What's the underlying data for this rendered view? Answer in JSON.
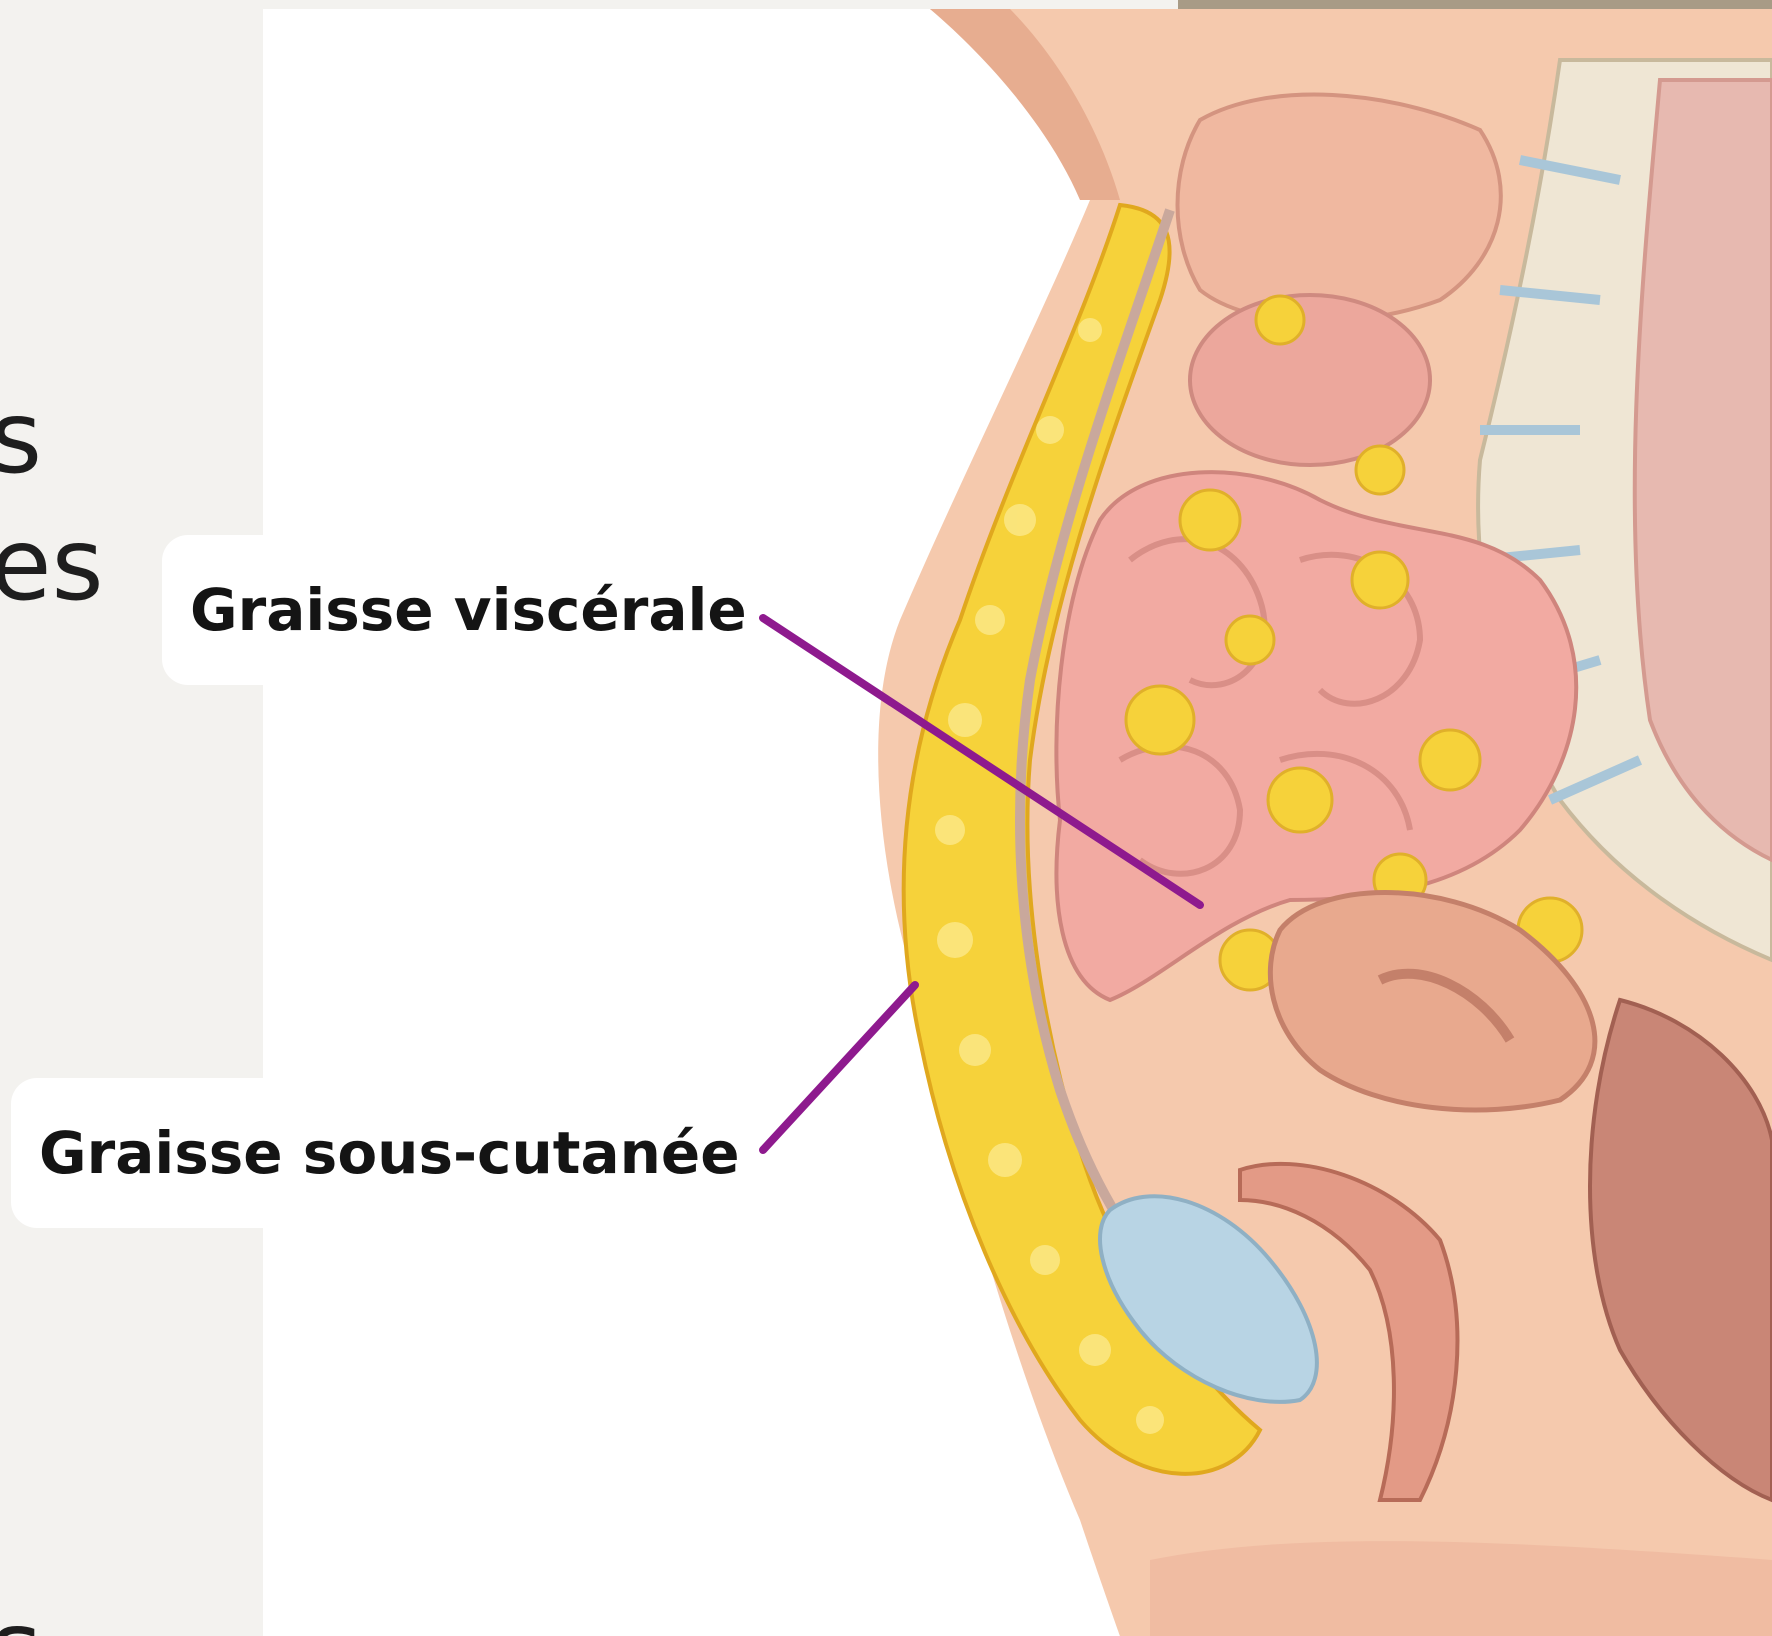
{
  "background_text": {
    "line1": "s",
    "line2": "es",
    "line3": "s"
  },
  "labels": {
    "visceral": "Graisse viscérale",
    "sous_cutanee": "Graisse sous-cutanée"
  },
  "colors": {
    "leader_line": "#8e1a8e",
    "fat": "#f6d23a",
    "skin": "#f2c2a6",
    "intestine": "#f2aaa2",
    "spine": "#efe6d4",
    "bladder": "#b8d4e4",
    "uterus": "#e39a86"
  }
}
